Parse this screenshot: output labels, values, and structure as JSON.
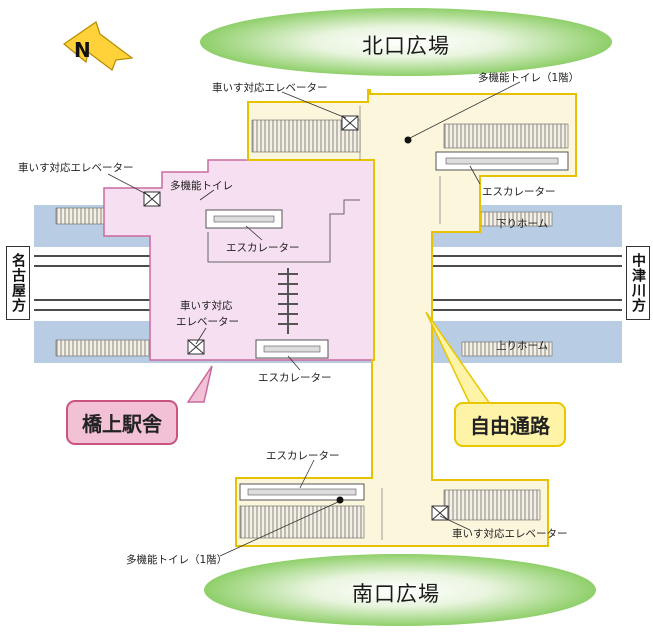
{
  "plazas": {
    "north": "北口広場",
    "south": "南口広場"
  },
  "compass": {
    "label": "N"
  },
  "directions": {
    "west": "名古屋方",
    "east": "中津川方"
  },
  "platforms": {
    "down": "下りホーム",
    "up": "上りホーム"
  },
  "callouts": {
    "station_building": "橋上駅舎",
    "free_passage": "自由通路"
  },
  "facilities": {
    "north_elevator": "車いす対応エレベーター",
    "north_toilet": "多機能トイレ（1階）",
    "north_escalator": "エスカレーター",
    "bldg_elevator_top": "車いす対応エレベーター",
    "bldg_toilet": "多機能トイレ",
    "bldg_escalator_top": "エスカレーター",
    "bldg_elevator_bottom_line1": "車いす対応",
    "bldg_elevator_bottom_line2": "エレベーター",
    "bldg_escalator_bottom": "エスカレーター",
    "south_escalator": "エスカレーター",
    "south_elevator": "車いす対応エレベーター",
    "south_toilet": "多機能トイレ（1階）"
  },
  "colors": {
    "plaza_green": "#8fcf6a",
    "platform_blue": "#b8cde3",
    "station_pink": "#f6dff0",
    "station_border": "#c96a9e",
    "passage_fill": "#fbf6dc",
    "passage_border": "#e6c200",
    "callout_pink": "#f3c1d6",
    "callout_yellow": "#fff3a8"
  }
}
